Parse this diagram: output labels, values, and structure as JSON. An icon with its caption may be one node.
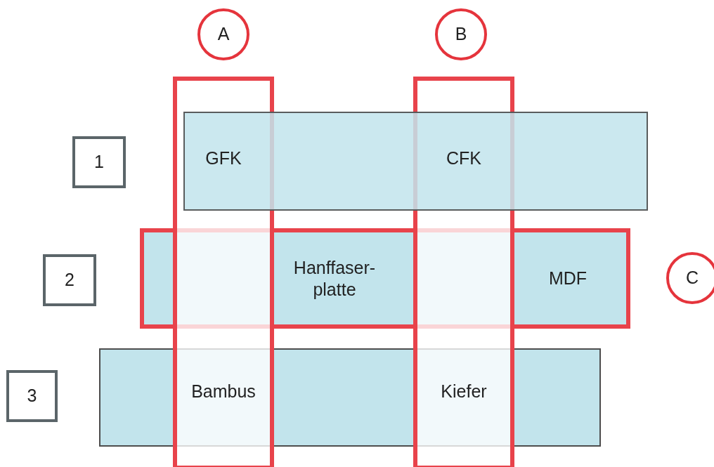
{
  "diagram": {
    "nodes": [
      {
        "text": [
          "A"
        ]
      },
      {
        "text": [
          "B"
        ]
      },
      {
        "text": [],
        "shape": "box"
      },
      {
        "text": [],
        "shape": "box"
      },
      {
        "text": [
          "1"
        ]
      },
      {
        "text": [],
        "shape": "box"
      },
      {
        "text": [
          "GFK"
        ]
      },
      {
        "text": [
          "CFK"
        ]
      },
      {
        "text": [
          "2"
        ]
      },
      {
        "text": [],
        "shape": "box"
      },
      {
        "text": [
          "Hanffaser-platte"
        ],
        "in": 9
      },
      {
        "text": [
          "MDF"
        ],
        "in": 9
      },
      {
        "text": [
          "C"
        ]
      },
      {
        "text": [
          "3"
        ]
      },
      {
        "text": [],
        "shape": "box"
      },
      {
        "text": [
          "Bambus"
        ]
      },
      {
        "text": [
          "Kiefer"
        ]
      }
    ]
  }
}
